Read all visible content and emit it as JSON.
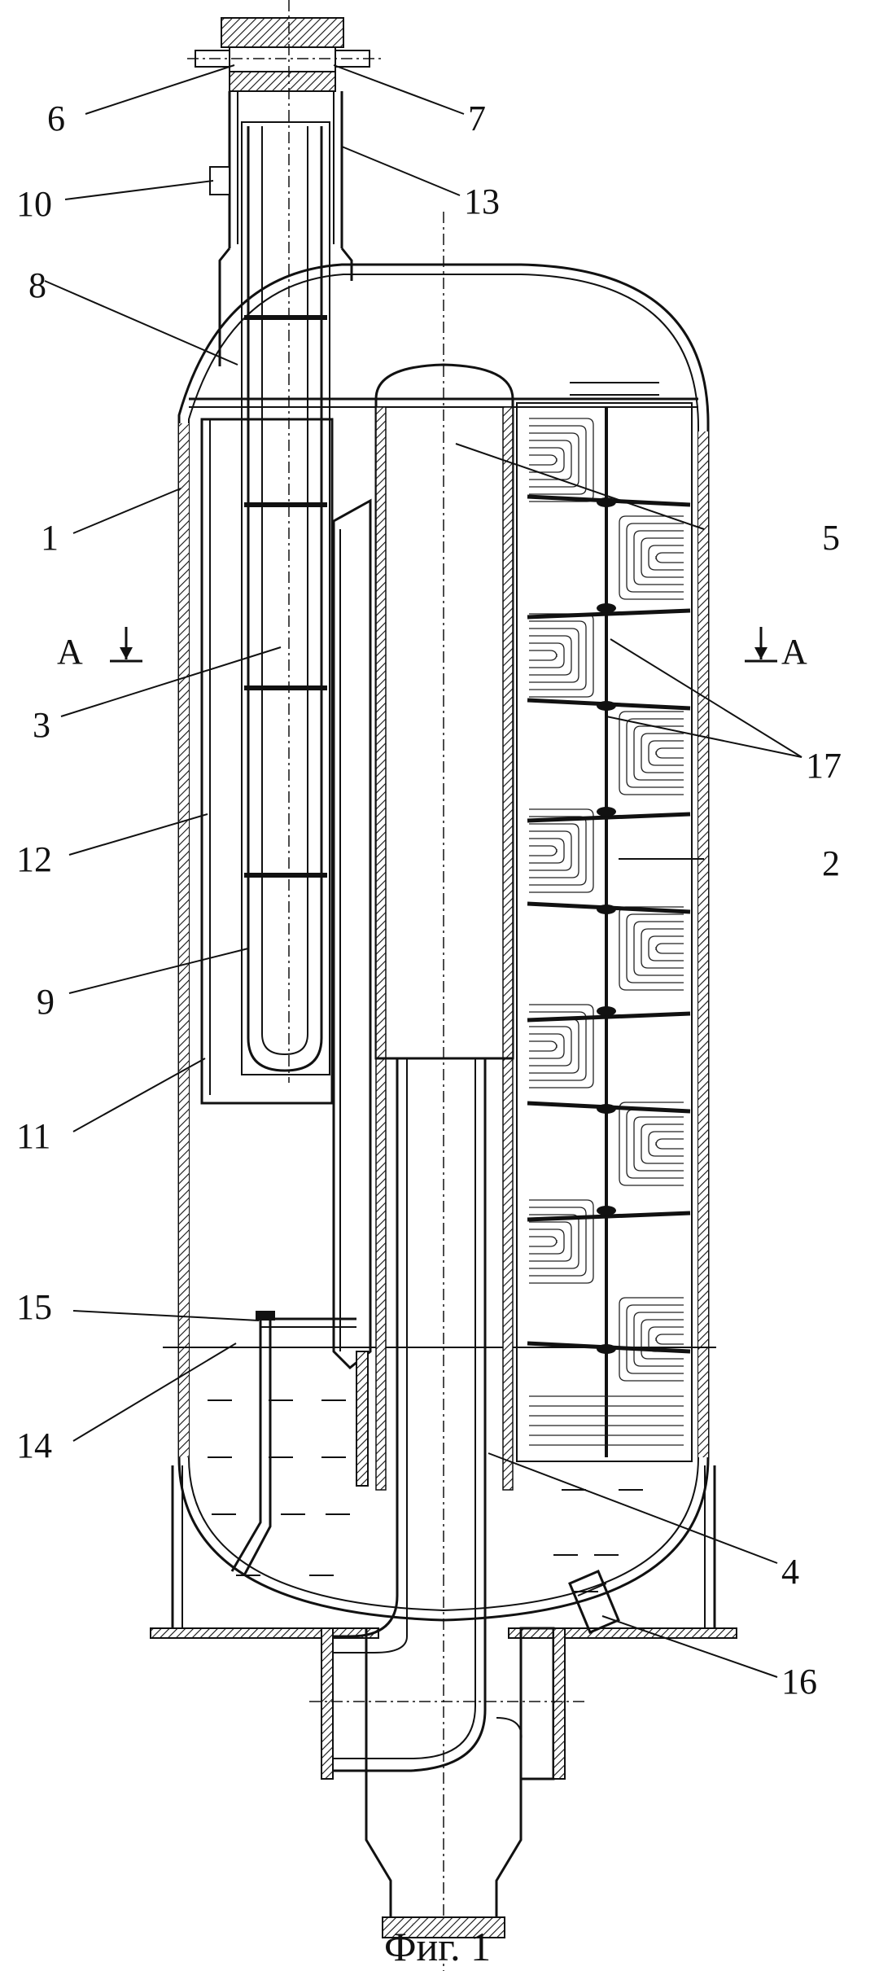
{
  "figure": {
    "caption": "Фиг. 1",
    "section_mark": "A",
    "labels": {
      "l1": "1",
      "l2": "2",
      "l3": "3",
      "l4": "4",
      "l5": "5",
      "l6": "6",
      "l7": "7",
      "l8": "8",
      "l9": "9",
      "l10": "10",
      "l11": "11",
      "l12": "12",
      "l13": "13",
      "l14": "14",
      "l15": "15",
      "l16": "16",
      "l17": "17"
    }
  }
}
